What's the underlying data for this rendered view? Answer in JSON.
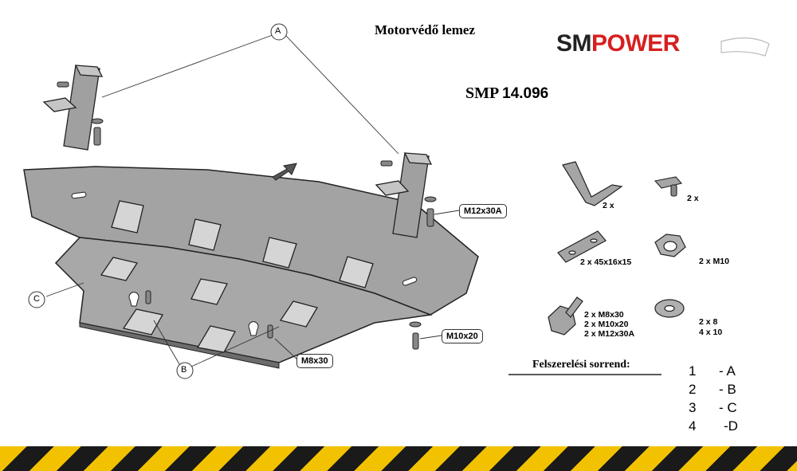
{
  "header": {
    "title": "Motorvédő lemez",
    "code_prefix": "SMP",
    "code_number": "14.096"
  },
  "logo": {
    "part1": "SM",
    "part2": "POWER",
    "color_dark": "#222222",
    "color_red": "#d71f1f"
  },
  "callouts": {
    "a": "A",
    "b": "B",
    "c": "C"
  },
  "bolt_tags": {
    "m12": "M12x30A",
    "m10": "M10x20",
    "m8": "M8x30"
  },
  "parts": {
    "bracket_qty": "2 x",
    "clip_qty": "2 x",
    "plate_qty": "2 x 45x16x15",
    "nut_qty": "2 x M10",
    "bolts": [
      "2 x M8x30",
      "2 x M10x20",
      "2 x M12x30A"
    ],
    "washers": [
      "2 x 8",
      "4 x 10"
    ]
  },
  "install": {
    "title": "Felszerelési sorrend:",
    "steps": [
      {
        "num": "1",
        "letter": "- A"
      },
      {
        "num": "2",
        "letter": "- B"
      },
      {
        "num": "3",
        "letter": "- C"
      },
      {
        "num": "4",
        "letter": "-D"
      }
    ]
  },
  "colors": {
    "plate": "#9e9e9e",
    "hazard_yellow": "#f2c200",
    "hazard_black": "#1a1a1a"
  }
}
